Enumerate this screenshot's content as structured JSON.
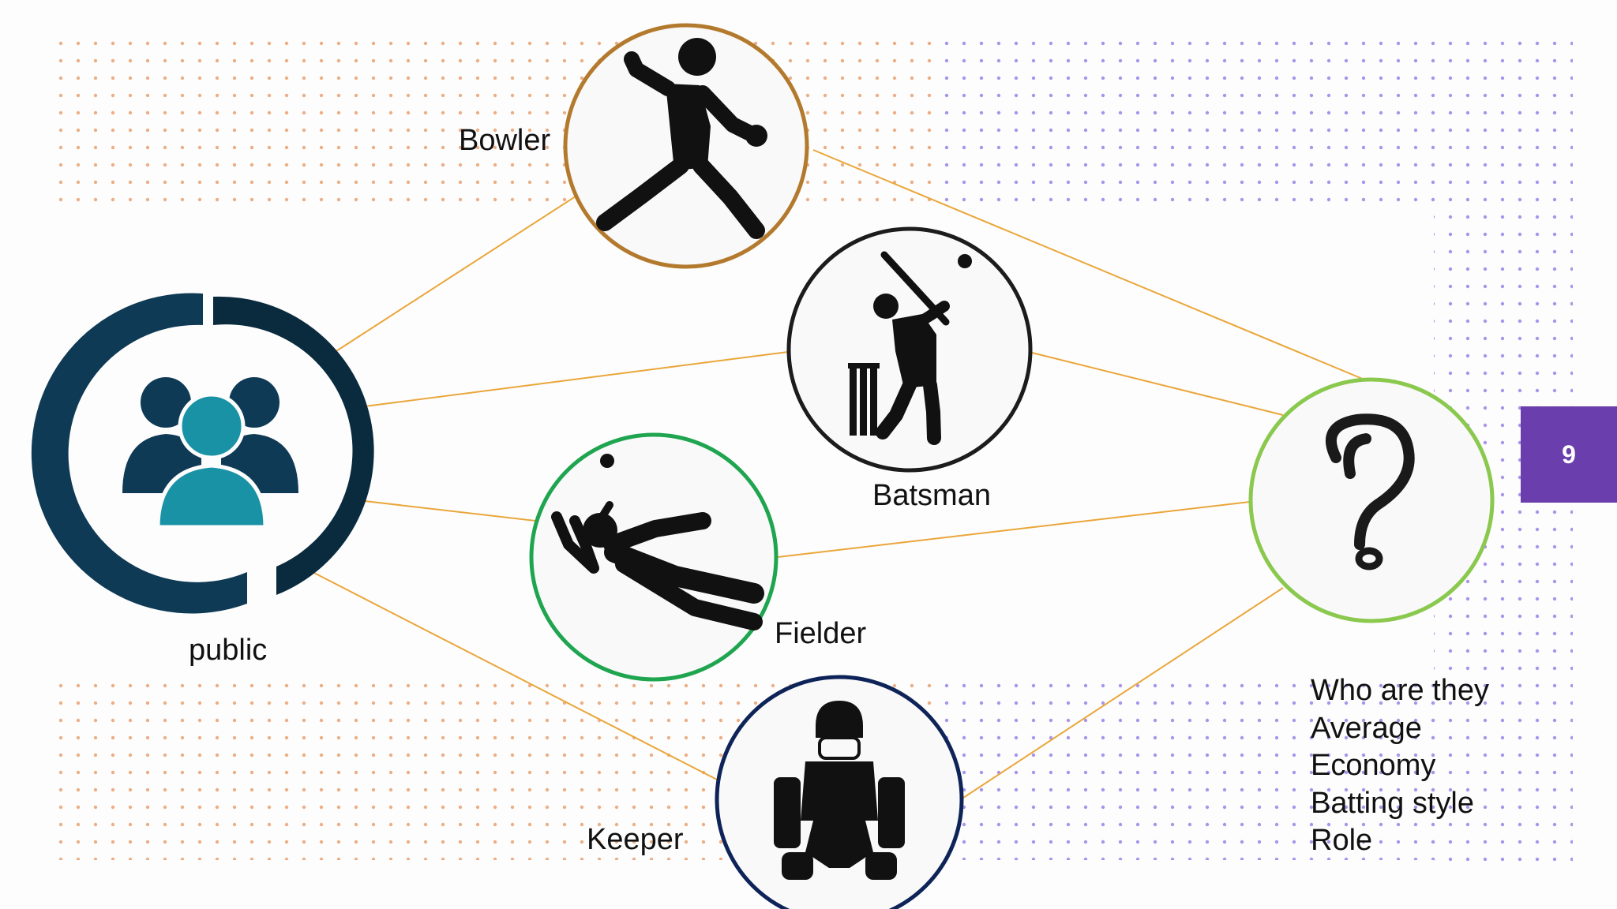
{
  "diagram": {
    "public_label": "public",
    "bowler_label": "Bowler",
    "batsman_label": "Batsman",
    "fielder_label": "Fielder",
    "keeper_label": "Keeper",
    "question_items": [
      "Who are they",
      "Average",
      "Economy",
      "Batting style",
      "Role"
    ]
  },
  "slide": {
    "page_number": "9"
  },
  "colors": {
    "connector": "#eaa63a",
    "bowler_ring": "#b37a2e",
    "batsman_ring": "#1c1c1c",
    "fielder_ring": "#1fa54f",
    "keeper_ring": "#0e2458",
    "question_ring": "#8ac84e",
    "public_ring": "#0f3a55",
    "public_people": "#1a92a6",
    "badge": "#6a3eac",
    "dots_left": "#f0995a",
    "dots_right": "#9a82e8"
  },
  "icons": {
    "public": "people-group-icon",
    "bowler": "bowler-icon",
    "batsman": "batsman-icon",
    "fielder": "fielder-icon",
    "keeper": "wicket-keeper-icon",
    "question": "question-mark-icon"
  }
}
